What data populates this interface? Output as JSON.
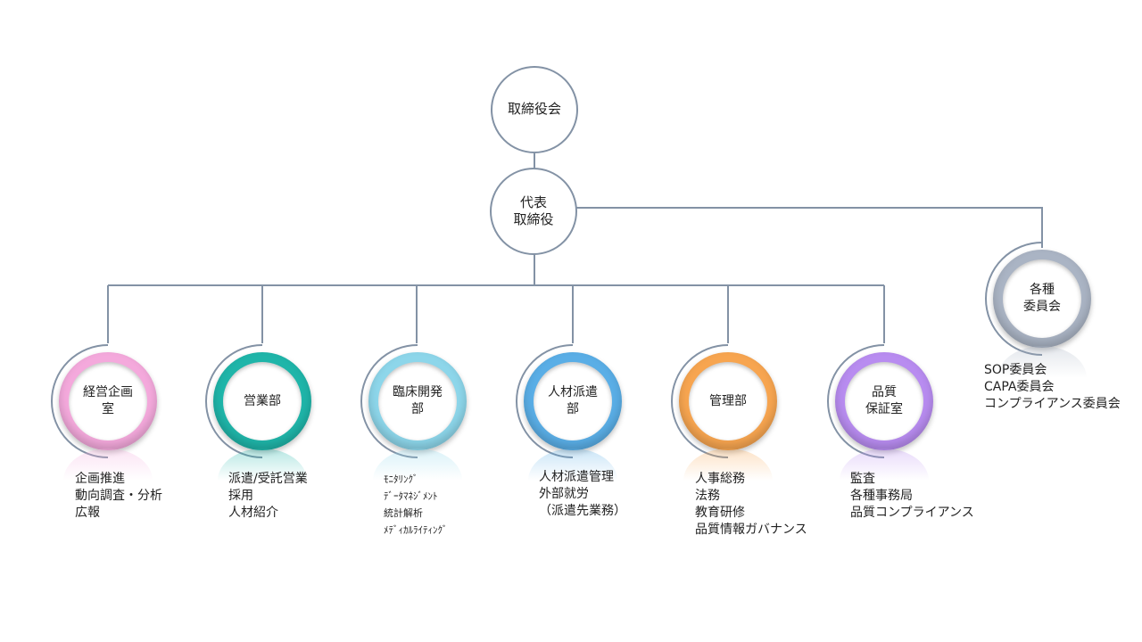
{
  "top": {
    "board": "取締役会",
    "ceo": "代表\n取締役"
  },
  "departments": [
    {
      "id": "keiei",
      "label": "経営企画\n室",
      "color": "#f4a9dc",
      "items": [
        "企画推進",
        "動向調査・分析",
        "広報"
      ]
    },
    {
      "id": "eigyo",
      "label": "営業部",
      "color": "#1fb5a9",
      "items": [
        "派遣/受託営業",
        "採用",
        "人材紹介"
      ]
    },
    {
      "id": "rinsho",
      "label": "臨床開発\n部",
      "color": "#8dd6ea",
      "items": [
        "ﾓﾆﾀﾘﾝｸﾞ",
        "ﾃﾞｰﾀﾏﾈｼﾞﾒﾝﾄ",
        "統計解析",
        "ﾒﾃﾞｨｶﾙﾗｲﾃｨﾝｸﾞ"
      ]
    },
    {
      "id": "haken",
      "label": "人材派遣\n部",
      "color": "#5aaee6",
      "items": [
        "人材派遣管理",
        "外部就労",
        "（派遣先業務）"
      ]
    },
    {
      "id": "kanri",
      "label": "管理部",
      "color": "#f7a550",
      "items": [
        "人事総務",
        "法務",
        "教育研修",
        "品質情報ガバナンス"
      ]
    },
    {
      "id": "hinshitsu",
      "label": "品質\n保証室",
      "color": "#b88cf0",
      "items": [
        "監査",
        "各種事務局",
        "品質コンプライアンス"
      ]
    }
  ],
  "committee": {
    "label": "各種\n委員会",
    "color": "#aab4c4",
    "items": [
      "SOP委員会",
      "CAPA委員会",
      "コンプライアンス委員会"
    ]
  }
}
